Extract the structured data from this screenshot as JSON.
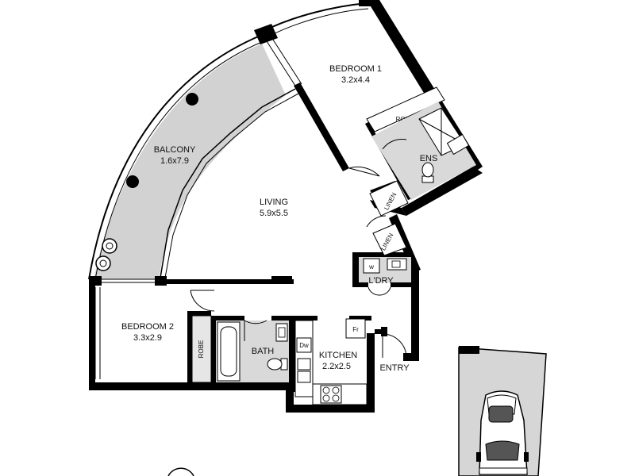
{
  "rooms": {
    "bedroom1": {
      "name": "BEDROOM 1",
      "size": "3.2x4.4"
    },
    "balcony": {
      "name": "BALCONY",
      "size": "1.6x7.9"
    },
    "living": {
      "name": "LIVING",
      "size": "5.9x5.5"
    },
    "bedroom2": {
      "name": "BEDROOM 2",
      "size": "3.3x2.9"
    },
    "kitchen": {
      "name": "KITCHEN",
      "size": "2.2x2.5"
    },
    "ensuite": {
      "name": "ENS"
    },
    "bath": {
      "name": "BATH"
    },
    "laundry": {
      "name": "L'DRY"
    },
    "entry": {
      "name": "ENTRY"
    }
  },
  "fixtures": {
    "robe1": "ROBE",
    "robe2": "ROBE",
    "linen1": "LINEN",
    "linen2": "LINEN",
    "dishwasher": "Dw",
    "fridge": "Fr",
    "washer": "w"
  },
  "colors": {
    "wall": "#000000",
    "balcony_floor": "#d2d2d2",
    "wet_area_tiles": "#d9d9d9",
    "garage_floor": "#d6d6d6"
  }
}
